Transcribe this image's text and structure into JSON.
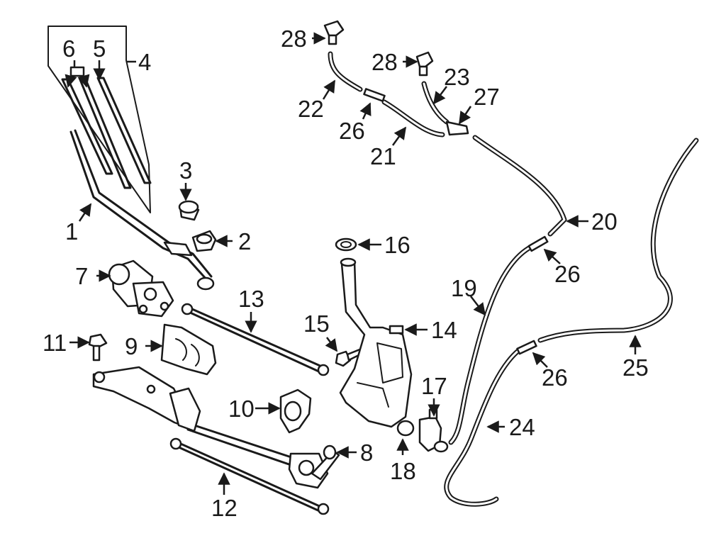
{
  "callouts": [
    {
      "id": "1",
      "text": "1"
    },
    {
      "id": "2",
      "text": "2"
    },
    {
      "id": "3",
      "text": "3"
    },
    {
      "id": "4",
      "text": "4"
    },
    {
      "id": "5",
      "text": "5"
    },
    {
      "id": "6",
      "text": "6"
    },
    {
      "id": "7",
      "text": "7"
    },
    {
      "id": "8",
      "text": "8"
    },
    {
      "id": "9",
      "text": "9"
    },
    {
      "id": "10",
      "text": "10"
    },
    {
      "id": "11",
      "text": "11"
    },
    {
      "id": "12",
      "text": "12"
    },
    {
      "id": "13",
      "text": "13"
    },
    {
      "id": "14",
      "text": "14"
    },
    {
      "id": "15",
      "text": "15"
    },
    {
      "id": "16",
      "text": "16"
    },
    {
      "id": "17",
      "text": "17"
    },
    {
      "id": "18",
      "text": "18"
    },
    {
      "id": "19",
      "text": "19"
    },
    {
      "id": "20",
      "text": "20"
    },
    {
      "id": "21",
      "text": "21"
    },
    {
      "id": "22",
      "text": "22"
    },
    {
      "id": "23",
      "text": "23"
    },
    {
      "id": "24",
      "text": "24"
    },
    {
      "id": "25",
      "text": "25"
    },
    {
      "id": "26a",
      "text": "26"
    },
    {
      "id": "26b",
      "text": "26"
    },
    {
      "id": "26c",
      "text": "26"
    },
    {
      "id": "27",
      "text": "27"
    },
    {
      "id": "28a",
      "text": "28"
    },
    {
      "id": "28b",
      "text": "28"
    }
  ]
}
